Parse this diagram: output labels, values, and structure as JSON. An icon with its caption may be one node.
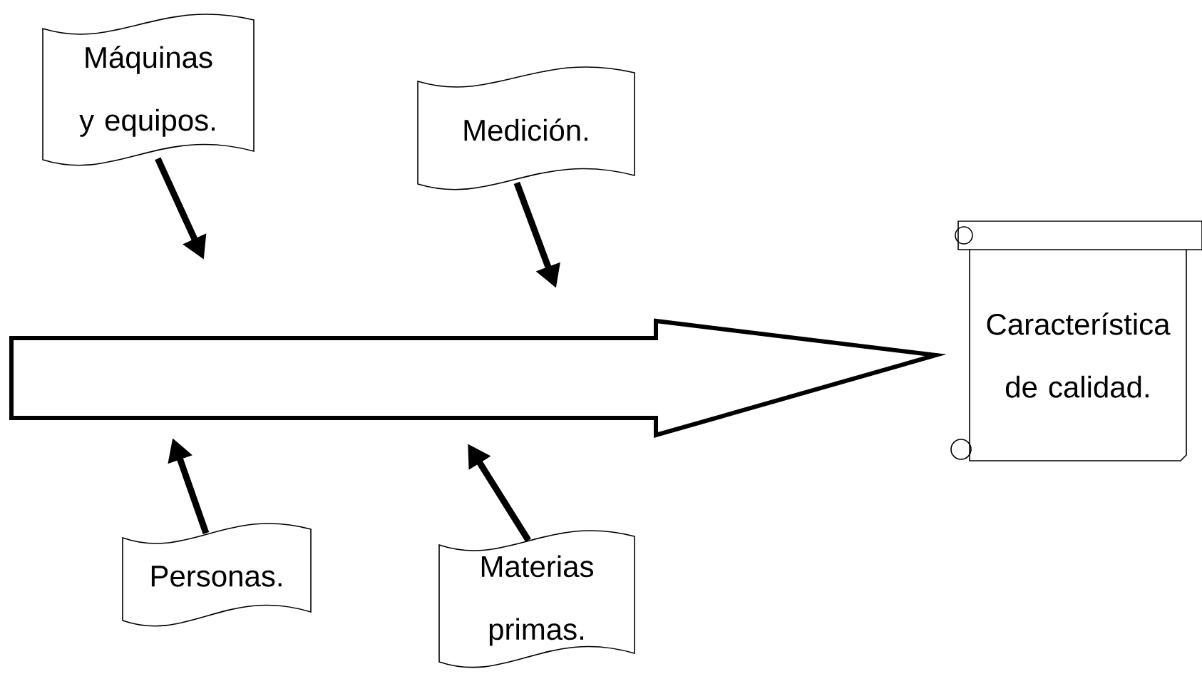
{
  "diagram": {
    "nodes": [
      {
        "text": [
          "Máquinas y equipos."
        ]
      },
      {
        "text": [
          "Medición."
        ]
      },
      {
        "text": [
          "Personas."
        ]
      },
      {
        "text": [
          "Materias primas."
        ]
      },
      {
        "text": [
          "Característica de calidad."
        ]
      }
    ],
    "edges": [
      {
        "from": 0,
        "to": null,
        "arrow": "to"
      },
      {
        "from": 1,
        "to": null,
        "arrow": "to"
      },
      {
        "from": 2,
        "to": null,
        "arrow": "to"
      },
      {
        "from": 3,
        "to": null,
        "arrow": "to"
      },
      {
        "from": null,
        "to": 4,
        "arrow": "to",
        "style": "thick"
      }
    ]
  }
}
